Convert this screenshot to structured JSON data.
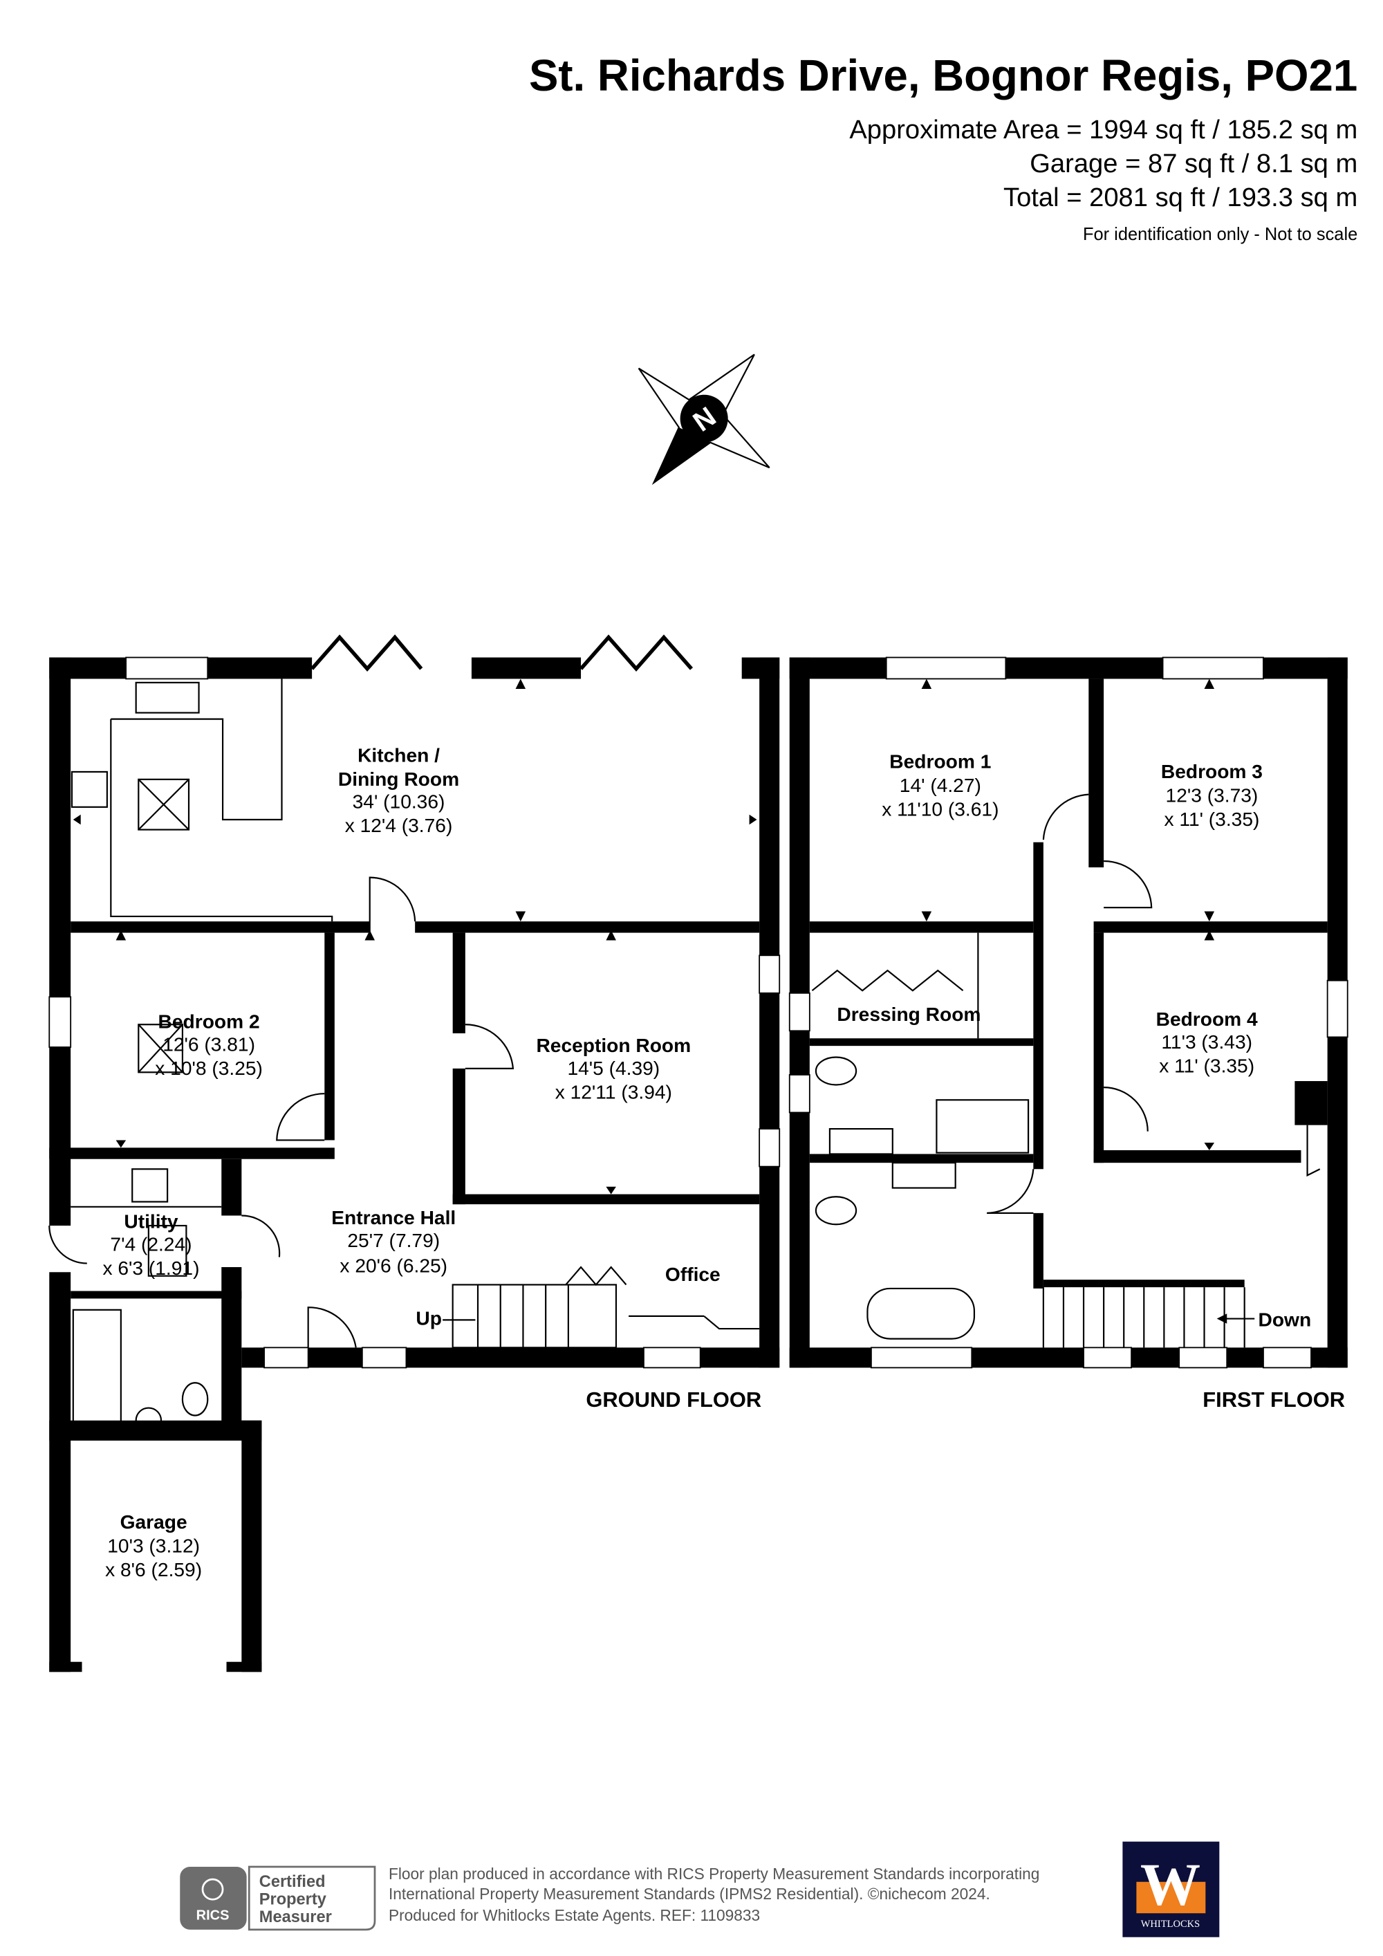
{
  "header": {
    "title": "St. Richards Drive, Bognor Regis, PO21",
    "area": "Approximate Area = 1994 sq ft / 185.2 sq m",
    "garage": "Garage = 87 sq ft / 8.1 sq m",
    "total": "Total = 2081 sq ft / 193.3 sq m",
    "note": "For identification only - Not to scale"
  },
  "compass": {
    "label": "N",
    "icon": "compass-icon"
  },
  "ground_floor": {
    "label": "GROUND FLOOR",
    "rooms": {
      "kitchen": {
        "name1": "Kitchen /",
        "name2": "Dining Room",
        "dim1": "34' (10.36)",
        "dim2": "x 12'4 (3.76)"
      },
      "bedroom2": {
        "name": "Bedroom 2",
        "dim1": "12'6 (3.81)",
        "dim2": "x 10'8 (3.25)"
      },
      "reception": {
        "name": "Reception Room",
        "dim1": "14'5 (4.39)",
        "dim2": "x 12'11 (3.94)"
      },
      "hall": {
        "name": "Entrance Hall",
        "dim1": "25'7 (7.79)",
        "dim2": "x 20'6 (6.25)"
      },
      "utility": {
        "name": "Utility",
        "dim1": "7'4 (2.24)",
        "dim2": "x 6'3 (1.91)"
      },
      "office": {
        "name": "Office"
      },
      "garage": {
        "name": "Garage",
        "dim1": "10'3 (3.12)",
        "dim2": "x 8'6 (2.59)"
      }
    },
    "stairs_label": "Up"
  },
  "first_floor": {
    "label": "FIRST FLOOR",
    "rooms": {
      "bedroom1": {
        "name": "Bedroom 1",
        "dim1": "14' (4.27)",
        "dim2": "x 11'10 (3.61)"
      },
      "bedroom3": {
        "name": "Bedroom 3",
        "dim1": "12'3 (3.73)",
        "dim2": "x 11' (3.35)"
      },
      "bedroom4": {
        "name": "Bedroom 4",
        "dim1": "11'3 (3.43)",
        "dim2": "x 11' (3.35)"
      },
      "dressing": {
        "name": "Dressing Room"
      }
    },
    "stairs_label": "Down"
  },
  "footer": {
    "rics_badge": {
      "brand": "RICS",
      "line1": "Certified",
      "line2": "Property",
      "line3": "Measurer"
    },
    "line1": "Floor plan produced in accordance with RICS Property Measurement Standards incorporating",
    "line2": "International Property Measurement Standards (IPMS2 Residential).  ©nichecom 2024.",
    "line3": "Produced for Whitlocks Estate Agents.   REF: 1109833",
    "agent_logo": {
      "letter": "W",
      "name": "WHITLOCKS",
      "bg_color": "#0c0f3a",
      "accent_color": "#f07f1e"
    }
  }
}
